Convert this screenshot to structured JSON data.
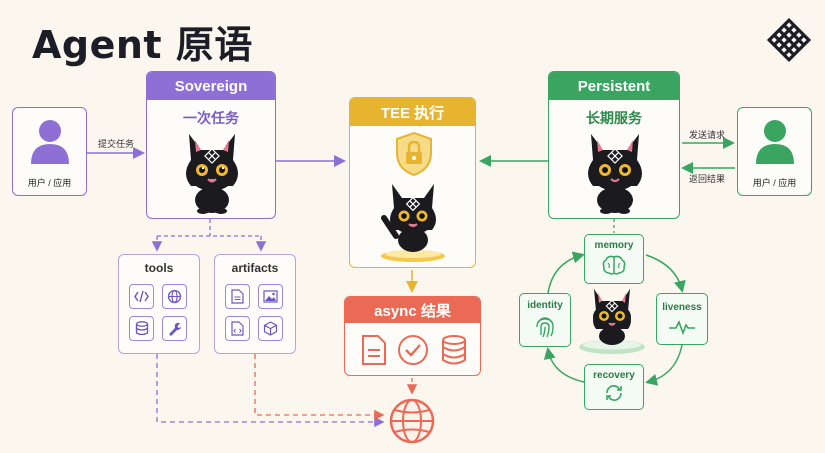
{
  "page": {
    "title": "Agent 原语"
  },
  "left_user": {
    "label": "用户 / 应用"
  },
  "right_user": {
    "label": "用户 / 应用"
  },
  "labels": {
    "submit_task": "提交任务",
    "send_request": "发送请求",
    "return_result": "返回结果"
  },
  "sovereign": {
    "title": "Sovereign",
    "subtitle": "一次任务"
  },
  "tee": {
    "title": "TEE 执行"
  },
  "persistent": {
    "title": "Persistent",
    "subtitle": "长期服务"
  },
  "tools": {
    "title": "tools",
    "icons": [
      "code-icon",
      "globe-icon",
      "database-icon",
      "wrench-icon"
    ]
  },
  "artifacts": {
    "title": "artifacts",
    "icons": [
      "document-icon",
      "image-icon",
      "code-file-icon",
      "cube-icon"
    ]
  },
  "async_result": {
    "title": "async 结果",
    "icons": [
      "document-icon",
      "check-circle-icon",
      "database-icon"
    ]
  },
  "cycle": {
    "memory": "memory",
    "identity": "identity",
    "liveness": "liveness",
    "recovery": "recovery"
  },
  "colors": {
    "purple": "#8d6fd6",
    "gold": "#e6b42e",
    "green": "#3aa560",
    "coral": "#ea6a55"
  }
}
